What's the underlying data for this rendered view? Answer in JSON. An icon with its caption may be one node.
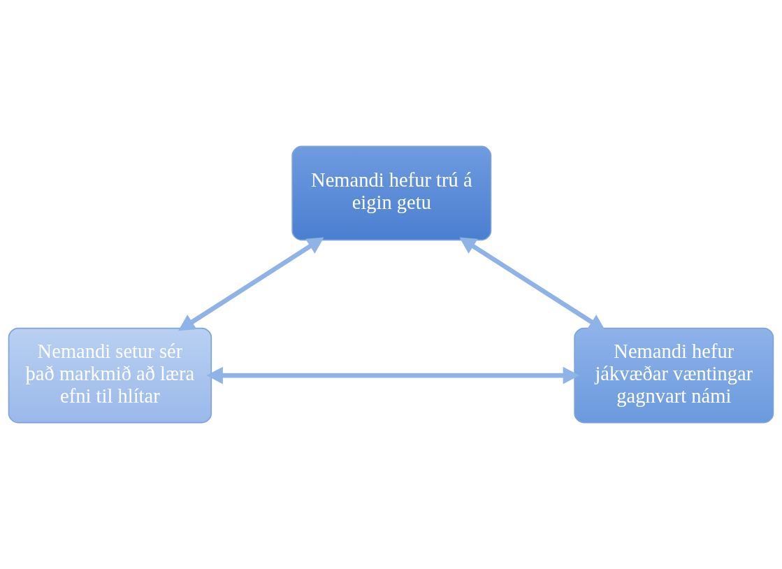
{
  "diagram": {
    "nodes": [
      {
        "text": [
          "Nemandi hefur trú á eigin getu"
        ]
      },
      {
        "text": [
          "Nemandi setur sér það markmið að læra efni til hlítar"
        ]
      },
      {
        "text": [
          "Nemandi hefur jákvæðar væntingar gagnvart námi"
        ]
      }
    ],
    "edges": [
      {
        "from": 1,
        "to": 0,
        "arrow": "both"
      },
      {
        "from": 0,
        "to": 2,
        "arrow": "both"
      },
      {
        "from": 1,
        "to": 2,
        "arrow": "both"
      }
    ]
  }
}
